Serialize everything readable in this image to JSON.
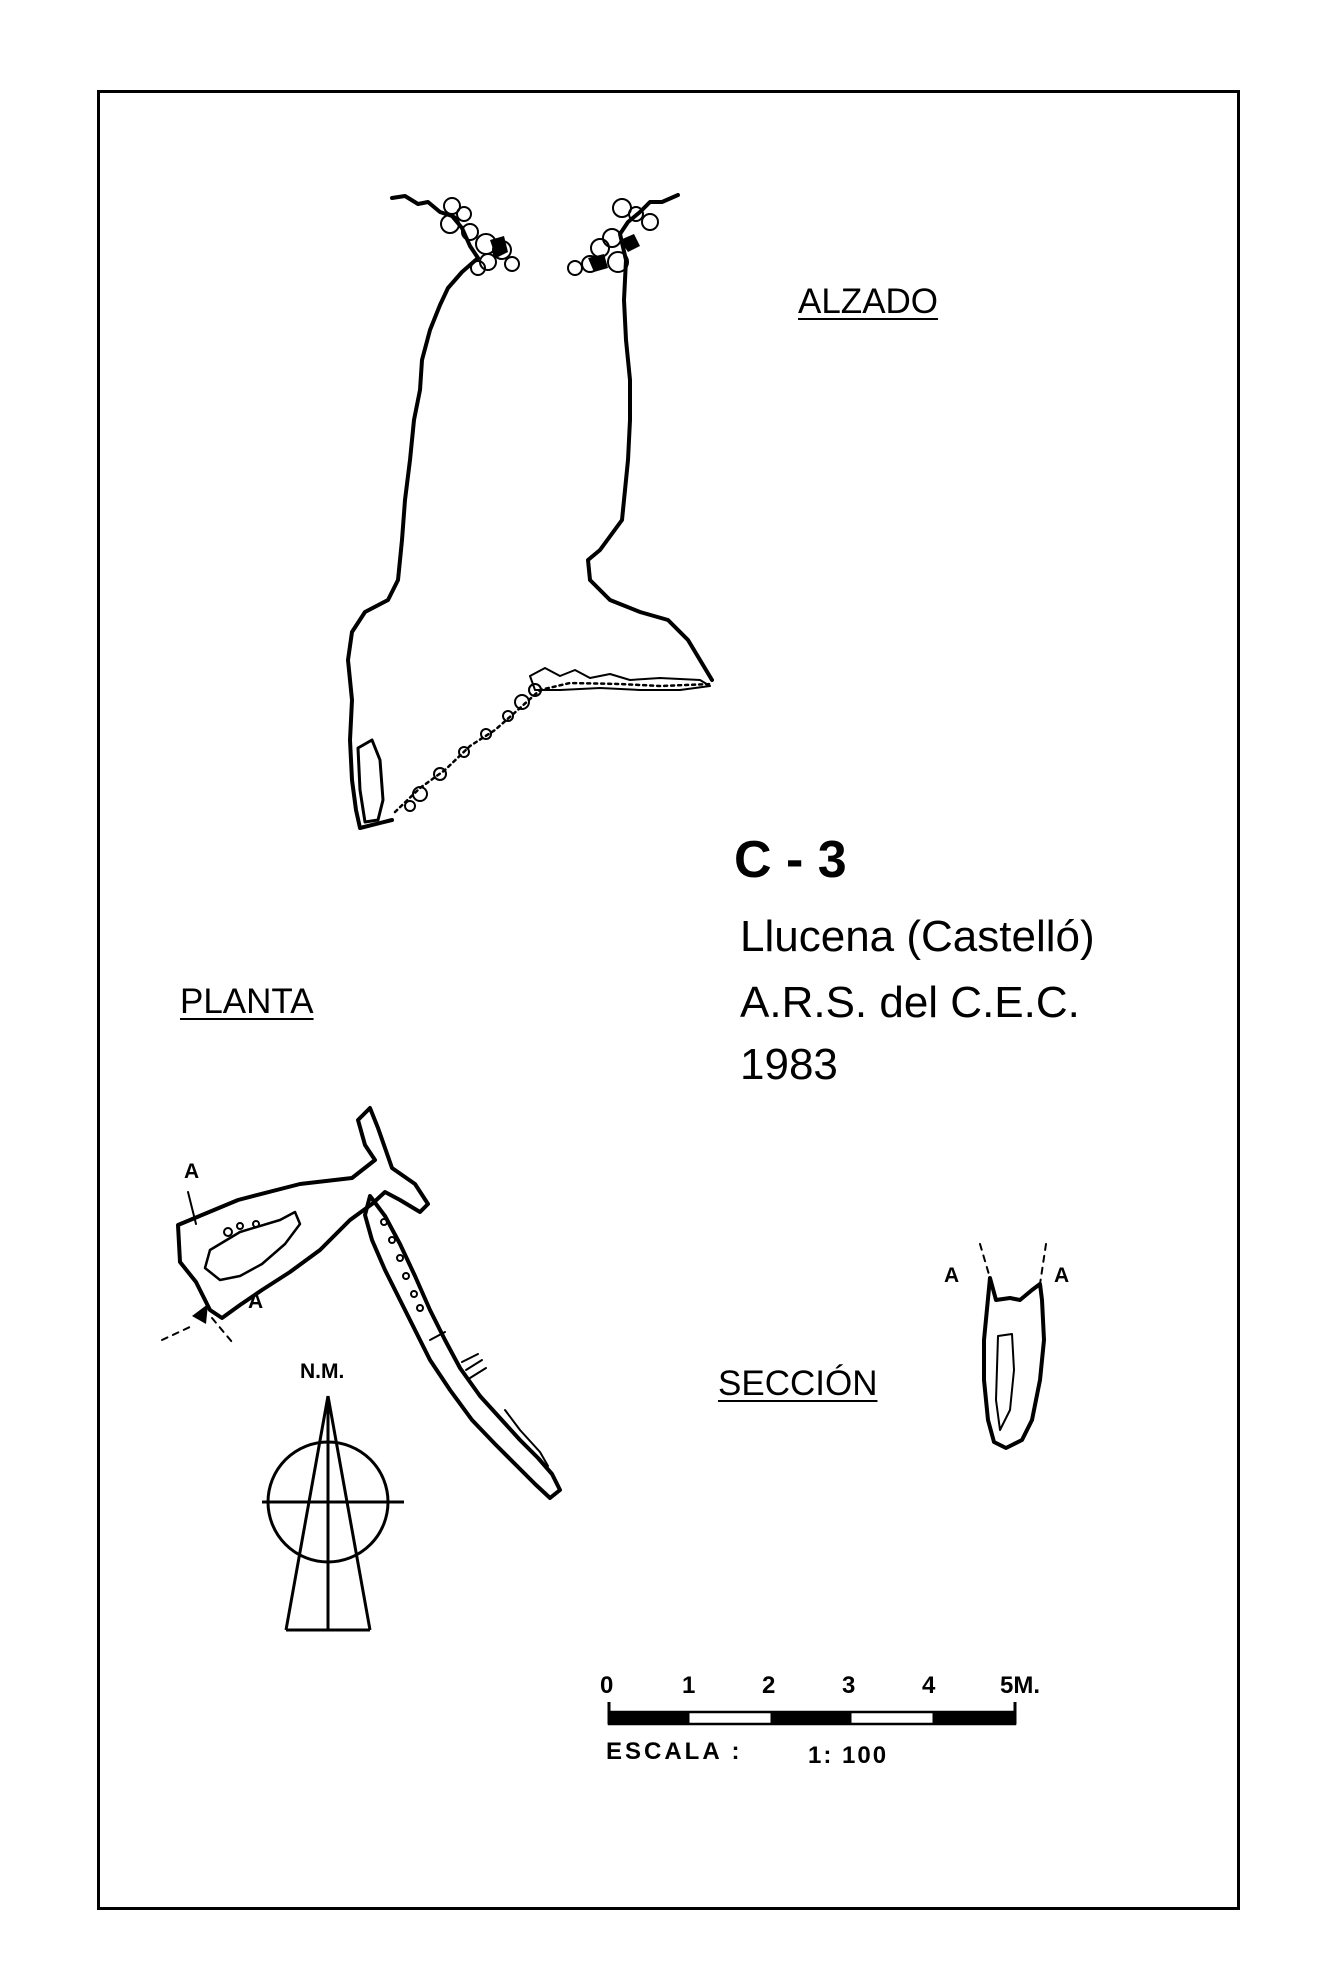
{
  "labels": {
    "elevation": "ALZADO",
    "plan": "PLANTA",
    "section": "SECCIÓN",
    "north": "N.M."
  },
  "title": {
    "code": "C - 3",
    "location": "Llucena (Castelló)",
    "author": "A.R.S. del C.E.C.",
    "year": "1983"
  },
  "section_markers": {
    "plan_a": "A",
    "plan_a_prime": "A",
    "section_a_prime": "A",
    "section_a": "A"
  },
  "scale_bar": {
    "ticks": [
      "0",
      "1",
      "2",
      "3",
      "4",
      "5M."
    ],
    "label": "ESCALA :",
    "ratio": "1: 100"
  },
  "colors": {
    "ink": "#000000",
    "paper": "#ffffff"
  }
}
